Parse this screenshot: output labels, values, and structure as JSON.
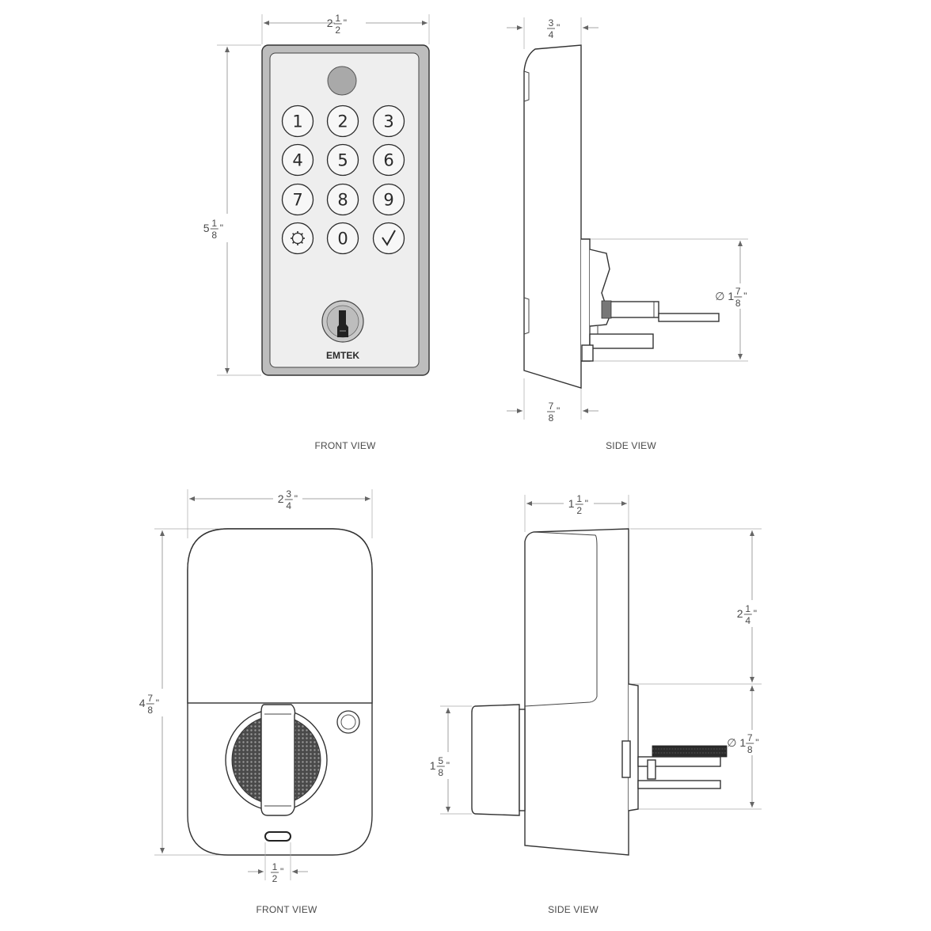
{
  "views": {
    "top_front": {
      "label": "FRONT VIEW"
    },
    "top_side": {
      "label": "SIDE VIEW"
    },
    "bottom_front": {
      "label": "FRONT VIEW"
    },
    "bottom_side": {
      "label": "SIDE VIEW"
    }
  },
  "keypad": {
    "keys": [
      "1",
      "2",
      "3",
      "4",
      "5",
      "6",
      "7",
      "8",
      "9",
      "",
      "0",
      ""
    ],
    "brand": "EMTEK"
  },
  "dimensions": {
    "top_front_width": {
      "whole": "2",
      "num": "1",
      "den": "2",
      "unit": "\""
    },
    "top_front_height": {
      "whole": "5",
      "num": "1",
      "den": "8",
      "unit": "\""
    },
    "top_side_top_depth": {
      "whole": "",
      "num": "3",
      "den": "4",
      "unit": "\""
    },
    "top_side_bottom_depth": {
      "whole": "",
      "num": "7",
      "den": "8",
      "unit": "\""
    },
    "top_side_bore": {
      "whole": "∅ 1",
      "num": "7",
      "den": "8",
      "unit": "\""
    },
    "bottom_front_width": {
      "whole": "2",
      "num": "3",
      "den": "4",
      "unit": "\""
    },
    "bottom_front_height": {
      "whole": "4",
      "num": "7",
      "den": "8",
      "unit": "\""
    },
    "bottom_front_slot": {
      "whole": "",
      "num": "1",
      "den": "2",
      "unit": "\""
    },
    "bottom_side_depth": {
      "whole": "1",
      "num": "1",
      "den": "2",
      "unit": "\""
    },
    "bottom_side_upper": {
      "whole": "2",
      "num": "1",
      "den": "4",
      "unit": "\""
    },
    "bottom_side_bore": {
      "whole": "∅ 1",
      "num": "7",
      "den": "8",
      "unit": "\""
    },
    "bottom_side_knob": {
      "whole": "1",
      "num": "5",
      "den": "8",
      "unit": "\""
    }
  },
  "icons": {
    "keypad_settings": "gear-icon",
    "keypad_confirm": "checkmark-icon",
    "keyway": "key-cylinder-icon",
    "sensor": "proximity-sensor-icon"
  }
}
